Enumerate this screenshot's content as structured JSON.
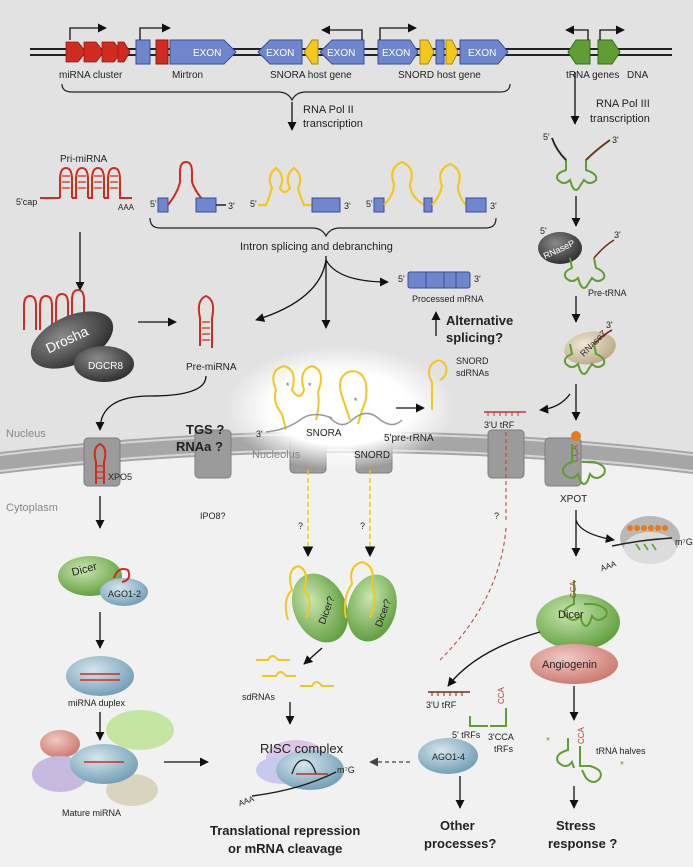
{
  "colors": {
    "nucleus_fill": "#e2e2e2",
    "mirna_red": "#d12b1f",
    "exon_blue": "#6f86cf",
    "sno_yellow": "#f2c81d",
    "trna_green": "#5f9e32",
    "trna_red": "#c0392b",
    "membrane": "#8c8c8c",
    "cca_orange": "#e87a1b"
  },
  "dna": {
    "label": "DNA",
    "genes": [
      {
        "label": "miRNA cluster"
      },
      {
        "label": "Mirtron"
      },
      {
        "label": "SNORA host gene"
      },
      {
        "label": "SNORD host gene"
      },
      {
        "label": "tRNA genes"
      }
    ],
    "exon_label": "EXON"
  },
  "labels": {
    "pol2": "RNA Pol II",
    "pol2b": "transcription",
    "pol3": "RNA Pol III",
    "pol3b": "transcription",
    "pri_mirna": "Pri-miRNA",
    "cap5": "5'cap",
    "aaa": "AAA",
    "intron_splicing": "Intron splicing and debranching",
    "processed_mrna": "Processed mRNA",
    "alt_splicing_1": "Alternative",
    "alt_splicing_2": "splicing?",
    "drosha": "Drosha",
    "dgcr8": "DGCR8",
    "pre_mirna": "Pre-miRNA",
    "tgs": "TGS ?",
    "rnaa": "RNAa ?",
    "nucleus": "Nucleus",
    "nucleolus": "Nucleolus",
    "snora": "SNORA",
    "snord": "SNORD",
    "pre_rrna": "5'pre-rRNA",
    "snord_sdrnas_1": "SNORD",
    "snord_sdrnas_2": "sdRNAs",
    "three_u_trf": "3'U tRF",
    "three_u_trf_2": "3'U tRF",
    "rnasep": "RNaseP",
    "rnasez": "RNaseZ",
    "pre_trna": "Pre-tRNA",
    "cca": "CCA",
    "xpo5": "XPO5",
    "xpot": "XPOT",
    "cytoplasm": "Cytoplasm",
    "ipo8": "IPO8?",
    "q": "?",
    "dicer": "Dicer",
    "dicer_q": "Dicer?",
    "ago12": "AGO1-2",
    "mirna_duplex": "miRNA duplex",
    "mature_mirna": "Mature miRNA",
    "sdrnas": "sdRNAs",
    "risc": "RISC complex",
    "m7g": "m⁷G",
    "ago14": "AGO1-4",
    "five_trfs": "5' tRFs",
    "cca3_trfs_1": "3'CCA",
    "cca3_trfs_2": "tRFs",
    "angiogenin": "Angiogenin",
    "trna_halves": "tRNA halves",
    "translational_1": "Translational repression",
    "translational_2": "or mRNA cleavage",
    "other_1": "Other",
    "other_2": "processes?",
    "stress_1": "Stress",
    "stress_2": "response ?",
    "five": "5'",
    "three": "3'"
  }
}
